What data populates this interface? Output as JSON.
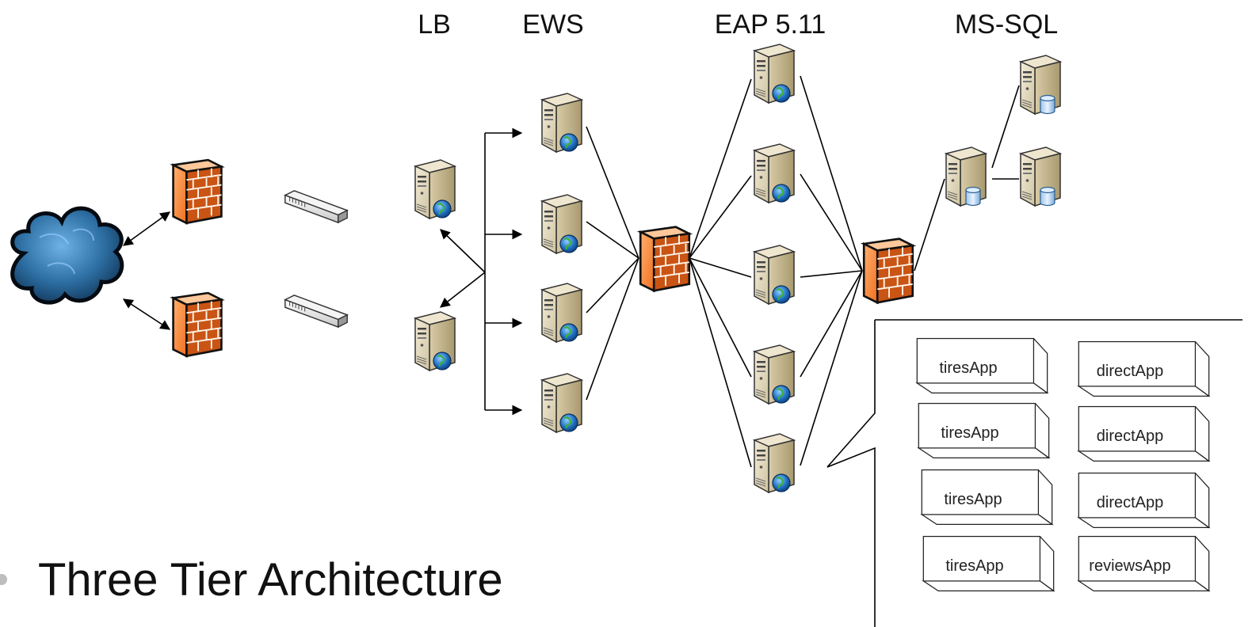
{
  "diagram": {
    "title": "Three Tier Architecture",
    "tier_labels": {
      "lb": "LB",
      "ews": "EWS",
      "eap": "EAP 5.11",
      "mssql": "MS-SQL"
    },
    "app_boxes": [
      "tiresApp",
      "directApp",
      "tiresApp",
      "directApp",
      "tiresApp",
      "directApp",
      "tiresApp",
      "reviewsApp"
    ]
  }
}
